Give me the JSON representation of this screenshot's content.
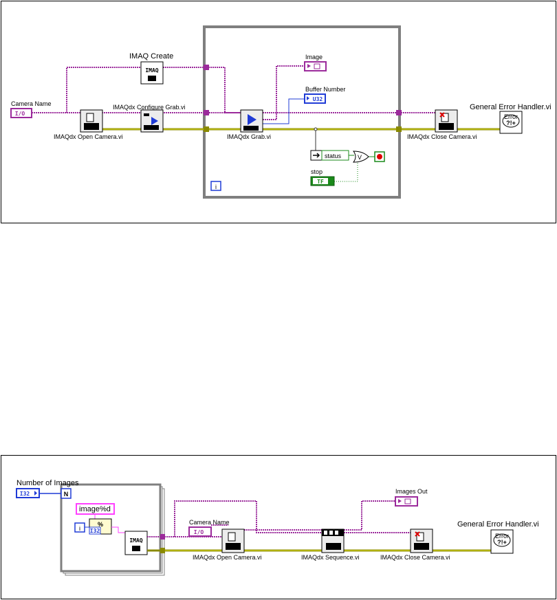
{
  "top_diagram": {
    "labels": {
      "camera_name": "Camera Name",
      "imaq_create": "IMAQ Create",
      "configure_grab": "IMAQdx Configure Grab.vi",
      "open_camera": "IMAQdx Open Camera.vi",
      "grab": "IMAQdx Grab.vi",
      "image": "Image",
      "buffer_number": "Buffer Number",
      "close_camera": "IMAQdx Close Camera.vi",
      "error_handler": "General Error Handler.vi",
      "stop": "stop",
      "status": "status"
    },
    "terminals": {
      "camera_io": "I/O",
      "buffer_type": "U32",
      "stop_type": "TF",
      "imaq_icon": "IMAQ",
      "iteration": "i",
      "or_gate": "V",
      "error_icon": "Error"
    }
  },
  "bottom_diagram": {
    "labels": {
      "number_of_images": "Number of Images",
      "format_string": "image%d",
      "camera_name": "Camera Name",
      "images_out": "Images Out",
      "open_camera": "IMAQdx Open Camera.vi",
      "sequence": "IMAQdx Sequence.vi",
      "close_camera": "IMAQdx Close Camera.vi",
      "error_handler": "General Error Handler.vi"
    },
    "terminals": {
      "count_type": "I32",
      "count_n": "N",
      "iteration": "i",
      "iter_type": "I32",
      "camera_io": "I/O",
      "imaq_icon": "IMAQ",
      "error_icon": "Error"
    }
  },
  "colors": {
    "error_wire": "#c8c800",
    "image_wire": "#9b2a9b",
    "numeric_blue": "#1f3bd6",
    "boolean_green": "#1a8a1a",
    "string_pink": "#ff40ff",
    "loop_gray": "#7f7f7f"
  }
}
